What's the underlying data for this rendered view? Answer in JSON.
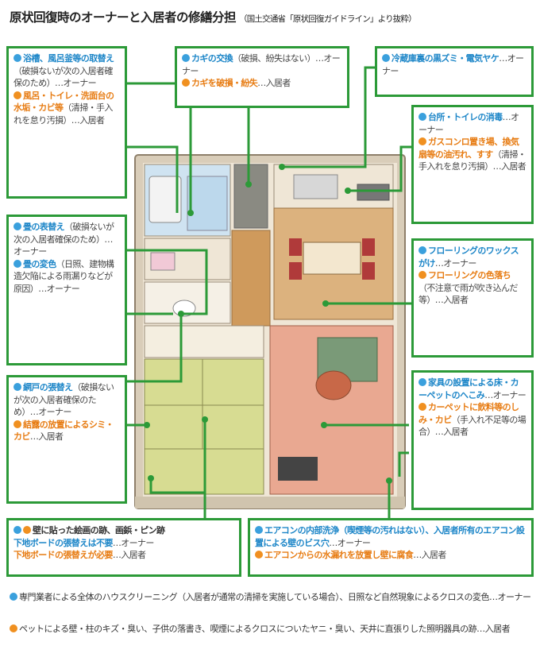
{
  "title": "原状回復時のオーナーと入居者の修繕分担",
  "source": "（国土交通省「原状回復ガイドライン」より抜粋）",
  "colors": {
    "owner": "#1d86c8",
    "tenant": "#e77c13",
    "frame": "#2c9a38"
  },
  "boxes": {
    "bath": {
      "owner": {
        "strong": "浴槽、風呂釜等の取替え",
        "rest": "（破損ないが次の入居者確保のため）…オーナー"
      },
      "tenant": {
        "strong": "風呂・トイレ・洗面台の水垢・カビ等",
        "rest": "（清掃・手入れを怠り汚損）…入居者"
      }
    },
    "key": {
      "owner": {
        "strong": "カギの交換",
        "rest": "（破損、紛失はない）…オーナー"
      },
      "tenant": {
        "strong": "カギを破損・紛失",
        "rest": "…入居者"
      }
    },
    "fridge": {
      "owner": {
        "strong": "冷蔵庫裏の黒ズミ・電気ヤケ",
        "rest": "…オーナー"
      }
    },
    "kitchen": {
      "owner": {
        "strong": "台所・トイレの消毒",
        "rest": "…オーナー"
      },
      "tenant": {
        "strong": "ガスコンロ置き場、換気扇等の油汚れ、すす",
        "rest": "（清掃・手入れを怠り汚損）…入居者"
      }
    },
    "tatami": {
      "owner1": {
        "strong": "畳の表替え",
        "rest": "（破損ないが次の入居者確保のため）…オーナー"
      },
      "owner2": {
        "strong": "畳の変色",
        "rest": "（日照、建物構造欠陥による雨漏りなどが原因）…オーナー"
      }
    },
    "flooring": {
      "owner": {
        "strong": "フローリングのワックスがけ",
        "rest": "…オーナー"
      },
      "tenant": {
        "strong": "フローリングの色落ち",
        "rest": "（不注意で雨が吹き込んだ等）…入居者"
      }
    },
    "screen": {
      "owner": {
        "strong": "網戸の張替え",
        "rest": "（破損ないが次の入居者確保のため）…オーナー"
      },
      "tenant": {
        "strong": "結露の放置によるシミ・カビ",
        "rest": "…入居者"
      }
    },
    "furniture": {
      "owner": {
        "strong": "家具の設置による床・カーペットのへこみ",
        "rest": "…オーナー"
      },
      "tenant": {
        "strong": "カーペットに飲料等のしみ・カビ",
        "rest": "（手入れ不足等の場合）…入居者"
      }
    },
    "wall": {
      "head": "壁に貼った絵画の跡、画鋲・ピン跡",
      "owner": {
        "strong": "下地ボードの張替えは不要",
        "rest": "…オーナー"
      },
      "tenant": {
        "strong": "下地ボードの張替えが必要",
        "rest": "…入居者"
      }
    },
    "aircon": {
      "owner": {
        "strong": "エアコンの内部洗浄（喫煙等の汚れはない）、入居者所有のエアコン設置による壁のビス穴",
        "rest": "…オーナー"
      },
      "tenant": {
        "strong": "エアコンからの水漏れを放置し壁に腐食",
        "rest": "…入居者"
      }
    }
  },
  "footer": {
    "owner": "専門業者による全体のハウスクリーニング（入居者が通常の清掃を実施している場合）、日照など自然現象によるクロスの変色…オーナー",
    "tenant": "ペットによる壁・柱のキズ・臭い、子供の落書き、喫煙によるクロスについたヤニ・臭い、天井に直張りした照明器具の跡…入居者"
  }
}
